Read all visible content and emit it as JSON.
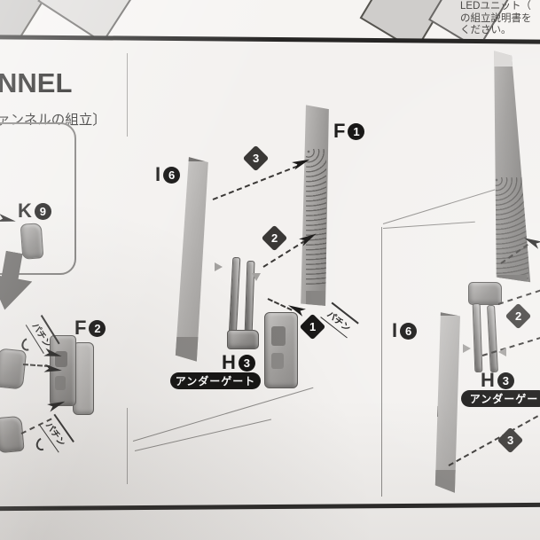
{
  "header": {
    "title": "NNEL",
    "subtitle": "ァンネルの組立〕"
  },
  "note": {
    "line1": "LEDユニット（",
    "line2": "の組立説明書を",
    "line3": "ください。"
  },
  "parts": {
    "k9": {
      "letter": "K",
      "num": "9"
    },
    "f2": {
      "letter": "F",
      "num": "2"
    },
    "f1": {
      "letter": "F",
      "num": "1"
    },
    "i6_center": {
      "letter": "I",
      "num": "6"
    },
    "h3_center": {
      "letter": "H",
      "num": "3"
    },
    "i6_right": {
      "letter": "I",
      "num": "6"
    },
    "h3_right": {
      "letter": "H",
      "num": "3"
    }
  },
  "steps": {
    "c1": "1",
    "c2": "2",
    "c3": "3",
    "r2": "2",
    "r3": "3"
  },
  "tags": {
    "undergate_center": "アンダーゲート",
    "undergate_right": "アンダーゲー"
  },
  "fx": {
    "snap_f2_top": "パチン",
    "snap_f2_bottom": "パチン",
    "snap_f1": "パチン"
  },
  "colors": {
    "paper": "#f3f1ef",
    "ink": "#1c1b1a",
    "part_light": "#cfcdcb",
    "part_mid": "#a5a3a1",
    "part_dark": "#7a7876",
    "step_marker": "#3a3836",
    "tag_bg": "#151413",
    "tag_text": "#ffffff"
  }
}
